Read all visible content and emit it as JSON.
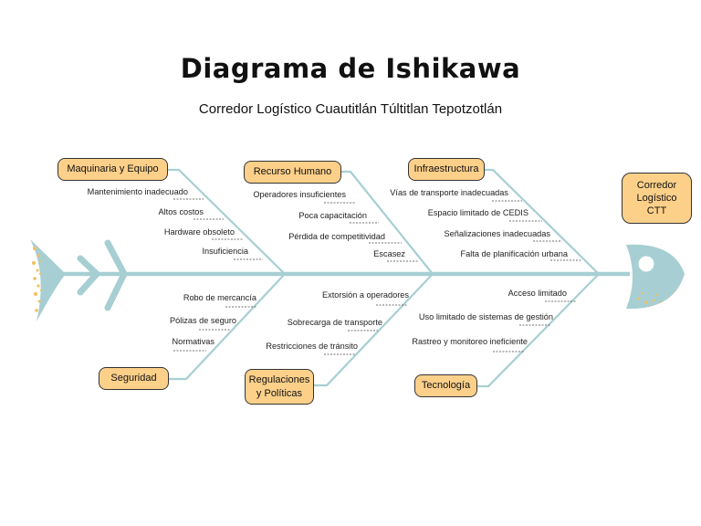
{
  "title": "Diagrama de Ishikawa",
  "subtitle": "Corredor Logístico Cuautitlán Túltitlan Tepotzotlán",
  "effect": "Corredor\nLogístico\nCTT",
  "colors": {
    "spine": "#a7cfd3",
    "box_fill": "#fdd08a",
    "fish_fill": "#a7cfd3",
    "fish_speckle": "#f0c060"
  },
  "categories": {
    "maquinaria": {
      "label": "Maquinaria y Equipo",
      "causes": [
        "Mantenimiento inadecuado",
        "Altos costos",
        "Hardware obsoleto",
        "Insuficiencia"
      ]
    },
    "recurso": {
      "label": "Recurso Humano",
      "causes": [
        "Operadores insuficientes",
        "Poca capacitación",
        "Pérdida de competitividad",
        "Escasez"
      ]
    },
    "infra": {
      "label": "Infraestructura",
      "causes": [
        "Vías de transporte inadecuadas",
        "Espacio limitado de CEDIS",
        "Señalizaciones inadecuadas",
        "Falta de planificación urbana"
      ]
    },
    "seguridad": {
      "label": "Seguridad",
      "causes": [
        "Robo de mercancía",
        "Pólizas de seguro",
        "Normativas"
      ]
    },
    "regulaciones": {
      "label": "Regulaciones\ny Políticas",
      "causes": [
        "Extorsión a operadores",
        "Sobrecarga de transporte",
        "Restricciones de tránsito"
      ]
    },
    "tecnologia": {
      "label": "Tecnología",
      "causes": [
        "Acceso limitado",
        "Uso limitado de sistemas de gestión",
        "Rastreo y monitoreo ineficiente"
      ]
    }
  }
}
